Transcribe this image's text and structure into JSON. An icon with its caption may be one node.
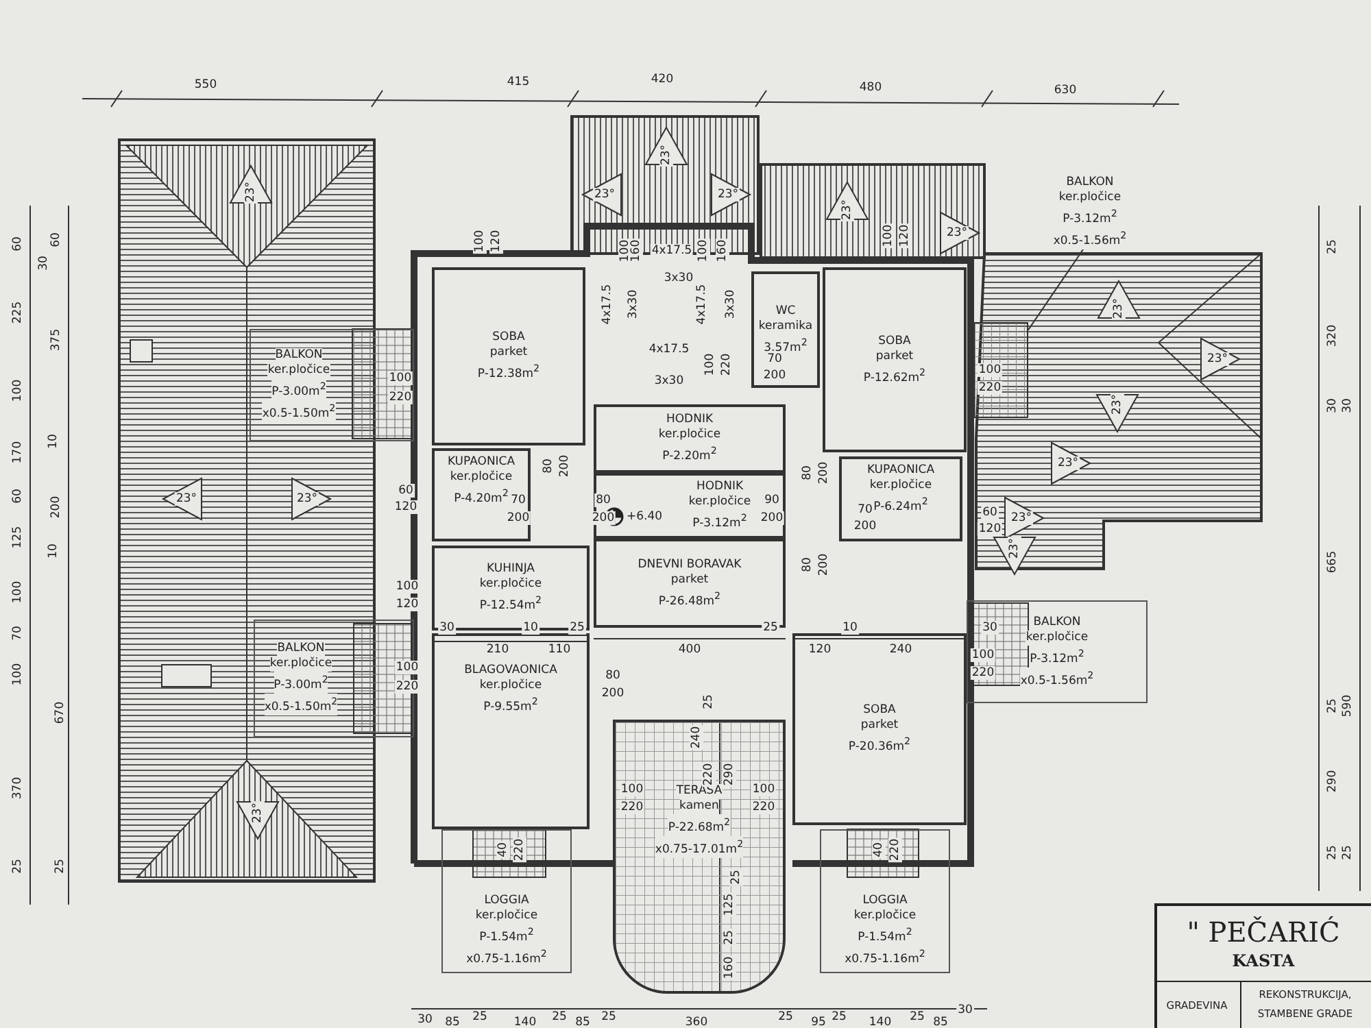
{
  "diagram": {
    "nodes": [
      {
        "text": [
          "BALKON",
          "ker.pločice",
          "P-3.00m$^{2}$",
          "x0.5-1.50m$^{2}$"
        ]
      },
      {
        "text": [
          "SOBA",
          "parket",
          "P-12.38m$^{2}$"
        ]
      },
      {
        "text": [
          "WC",
          "keramika",
          "3.57m$^{2}$"
        ]
      },
      {
        "text": [
          "SOBA",
          "parket",
          "P-12.62m$^{2}$"
        ]
      },
      {
        "text": [
          "BALKON",
          "ker.pločice",
          "P-3.12m$^{2}$",
          "x0.5-1.56m$^{2}$"
        ]
      },
      {
        "text": [],
        "shape": "box"
      },
      {
        "text": [
          "HODNIK",
          "ker.pločice",
          "P-2.20m$^{2}$"
        ]
      },
      {
        "text": [
          "KUPAONICA",
          "ker.pločice",
          "P-4.20m$^{2}$"
        ]
      },
      {
        "text": [
          "KUPAONICA",
          "ker.pločice",
          "P-6.24m$^{2}$"
        ]
      },
      {
        "text": [
          "HODNIK",
          "ker.pločice",
          "P-3.12m$^{2}$"
        ]
      },
      {
        "text": [
          "DNEVNI BORAVAK",
          "parket",
          "P-26.48m$^{2}$"
        ]
      },
      {
        "text": [
          "KUHINJA",
          "ker.pločice",
          "P-12.54m$^{2}$"
        ]
      },
      {
        "text": [
          "BALKON",
          "ker.pločice",
          "P-3.00m$^{2}$",
          "x0.5-1.50m$^{2}$"
        ]
      },
      {
        "text": [
          "BALKON",
          "ker.pločice",
          "P-3.12m$^{2}$",
          "x0.5-1.56m$^{2}$"
        ]
      },
      {
        "text": [
          "BLAGOVAONICA",
          "ker.pločice",
          "P-9.55m$^{2}$"
        ]
      },
      {
        "text": [
          "SOBA",
          "parket",
          "P-20.36m$^{2}$"
        ]
      },
      {
        "text": [
          "TERASA",
          "kamen",
          "P-22.68m$^{2}$",
          "x0.75-17.01m$^{2}$"
        ]
      },
      {
        "text": [
          "LOGGIA",
          "ker.pločice",
          "P-1.54m$^{2}$",
          "x0.75-1.16m$^{2}$"
        ]
      },
      {
        "text": [
          "LOGGIA",
          "ker.pločice",
          "P-1.54m$^{2}$",
          "x0.75-1.16m$^{2}$"
        ]
      },
      {
        "text": [
          "\" PEČARIĆ",
          "KASTA"
        ]
      }
    ],
    "edges": [
      {
        "from": 4,
        "to": 5,
        "arrow": "none"
      }
    ],
    "labels": [
      "550",
      "415",
      "420",
      "480",
      "630",
      "60",
      "225",
      "100",
      "170",
      "60",
      "125",
      "100",
      "70",
      "100",
      "370",
      "25",
      "60",
      "30",
      "375",
      "10",
      "200",
      "10",
      "670",
      "25",
      "25",
      "320",
      "30",
      "30",
      "665",
      "25",
      "590",
      "290",
      "25",
      "25",
      "23°",
      "23°",
      "23°",
      "23°",
      "23°",
      "23°",
      "23°",
      "23°",
      "23°",
      "23°",
      "23°",
      "23°",
      "23°",
      "23°",
      "23°",
      "30",
      "210",
      "10",
      "110",
      "25",
      "400",
      "25",
      "120",
      "10",
      "240",
      "30",
      "25",
      "240",
      "220",
      "290",
      "25",
      "125",
      "25",
      "160",
      "100",
      "120",
      "100",
      "220",
      "60",
      "120",
      "70",
      "200",
      "80",
      "200",
      "80",
      "200",
      "100",
      "120",
      "100",
      "220",
      "80",
      "200",
      "40",
      "220",
      "100",
      "160",
      "100",
      "160",
      "4x17.5",
      "3x30",
      "4x17.5",
      "3x30",
      "4x17.5",
      "3x30",
      "4x17.5",
      "3x30",
      "100",
      "220",
      "70",
      "200",
      "90",
      "200",
      "80",
      "200",
      "70",
      "200",
      "60",
      "120",
      "100",
      "120",
      "100",
      "220",
      "80",
      "200",
      "100",
      "220",
      "100",
      "220",
      "100",
      "220",
      "40",
      "220",
      "+6.40",
      "30",
      "85",
      "25",
      "140",
      "25",
      "85",
      "25",
      "360",
      "25",
      "95",
      "25",
      "140",
      "25",
      "85",
      "30",
      "GRADEVINA",
      "REKONSTRUKCIJA,",
      "STAMBENE GRADE"
    ]
  }
}
